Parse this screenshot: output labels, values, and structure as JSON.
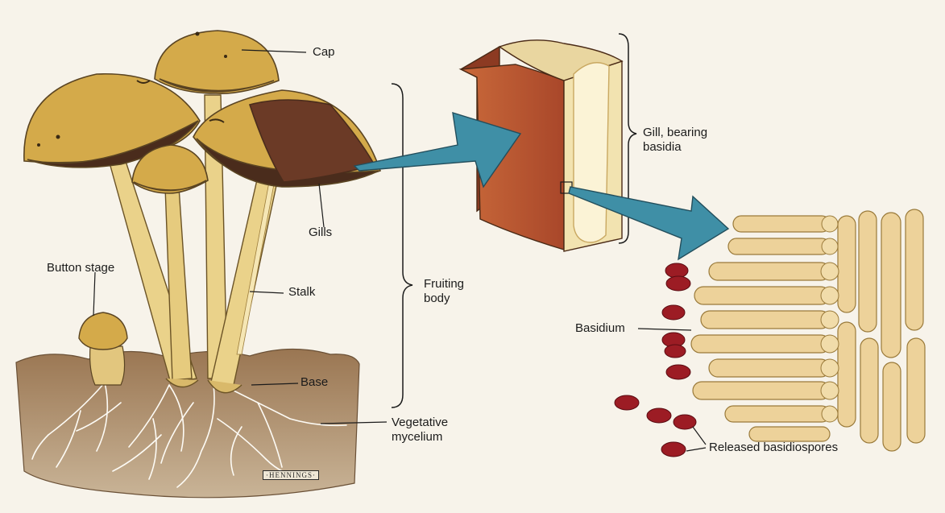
{
  "labels": {
    "cap": "Cap",
    "gills": "Gills",
    "stalk": "Stalk",
    "base": "Base",
    "button_stage": "Button stage",
    "fruiting_body_line1": "Fruiting",
    "fruiting_body_line2": "body",
    "vegetative_mycelium_line1": "Vegetative",
    "vegetative_mycelium_line2": "mycelium",
    "gill_bearing_basidia_line1": "Gill, bearing",
    "gill_bearing_basidia_line2": "basidia",
    "basidium": "Basidium",
    "released_basidiospores": "Released basidiospores"
  },
  "artist_signature": "·HENNINGS·",
  "colors": {
    "cap": "#d4aa4a",
    "gill_dark": "#4a2c1c",
    "stalk": "#ead28a",
    "soil": "#8a6a48",
    "mycelium": "#ffffff",
    "arrow": "#3f8fa6",
    "gill_block": "#b8542f",
    "hymenium": "#f2e3b0",
    "basidia": "#edd29a",
    "spore": "#9c1c24"
  }
}
